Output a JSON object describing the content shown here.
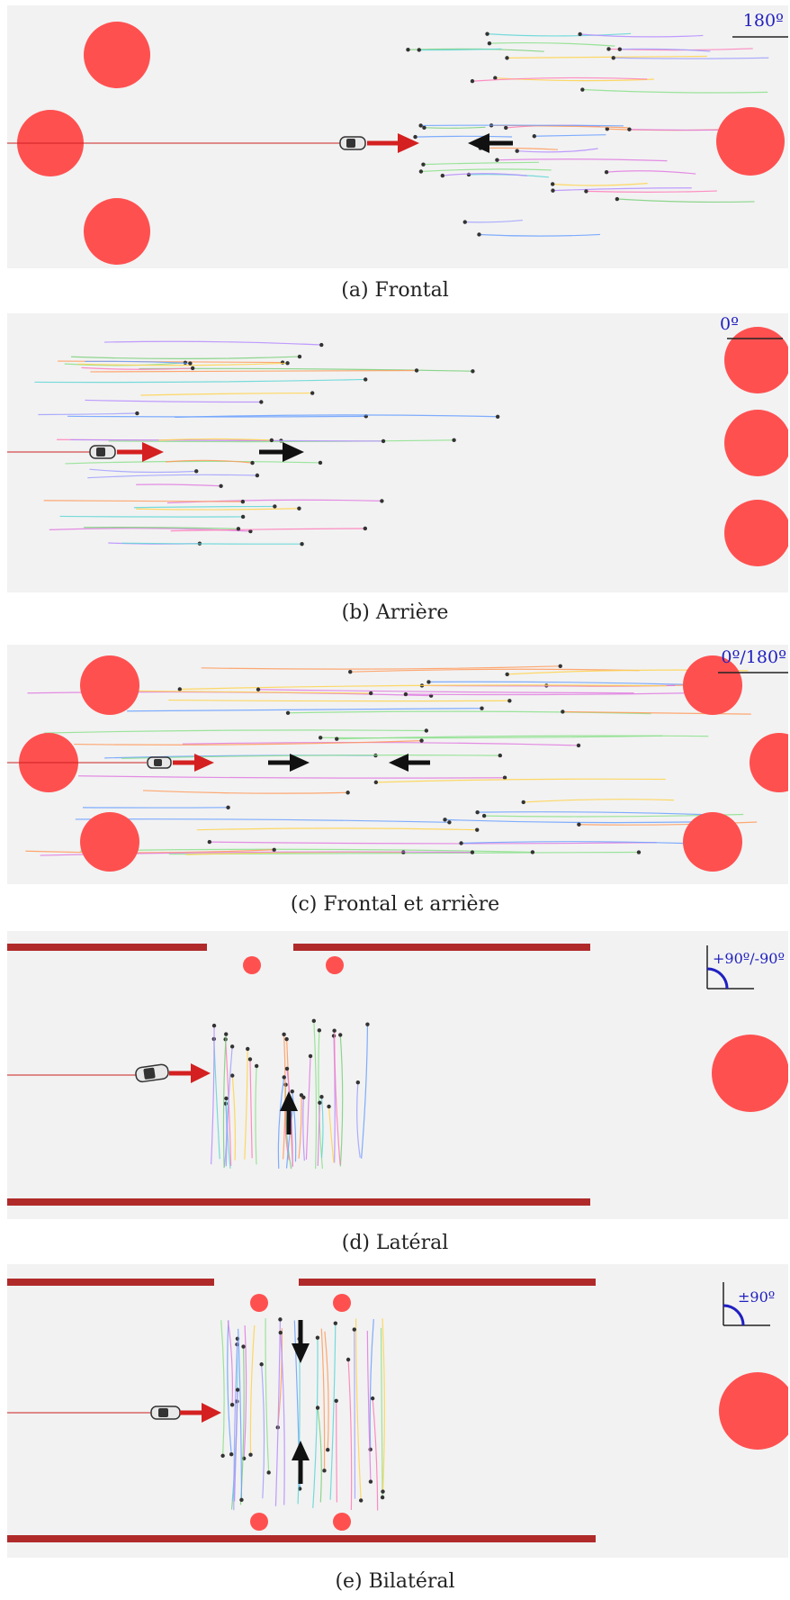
{
  "figure": {
    "panels": [
      {
        "id": "frontal",
        "caption": "(a) Frontal",
        "angle_label": "180º"
      },
      {
        "id": "arriere",
        "caption": "(b) Arrière",
        "angle_label": "0º"
      },
      {
        "id": "both",
        "caption": "(c) Frontal et arrière",
        "angle_label": "0º/180º"
      },
      {
        "id": "lateral",
        "caption": "(d) Latéral",
        "angle_label": "+90º/-90º"
      },
      {
        "id": "bilateral",
        "caption": "(e) Bilatéral",
        "angle_label": "±90º"
      }
    ]
  },
  "colors": {
    "obstacle": "#ff5050",
    "wall": "#b02a2a",
    "car_arrow": "#d42020",
    "crowd_arrow": "#111111",
    "angle_label": "#2020c0",
    "background": "#f2f2f2"
  },
  "icons": [
    "car-icon",
    "direction-arrow-icon",
    "pedestrian-marker-icon",
    "angle-indicator-icon"
  ]
}
